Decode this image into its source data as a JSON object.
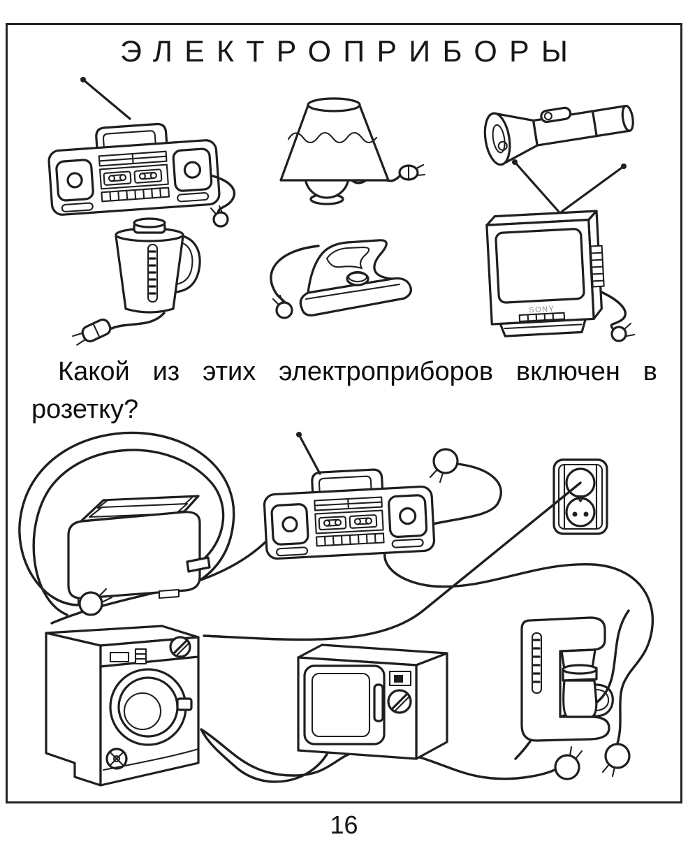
{
  "document": {
    "title": "ЭЛЕКТРОПРИБОРЫ",
    "question_line1": "Какой из этих электроприборов включен в",
    "question_line2": "розетку?",
    "page_number": "16"
  },
  "tv": {
    "brand_label": "SONY"
  },
  "colors": {
    "ink": "#1f1f1f",
    "paper": "#ffffff"
  },
  "illustrations": {
    "top_section": [
      "boombox",
      "table-lamp",
      "flashlight",
      "electric-kettle",
      "clothes-iron",
      "tv-set"
    ],
    "puzzle_section": [
      "toaster",
      "boombox",
      "power-outlet",
      "washing-machine",
      "microwave-oven",
      "coffee-maker"
    ]
  }
}
